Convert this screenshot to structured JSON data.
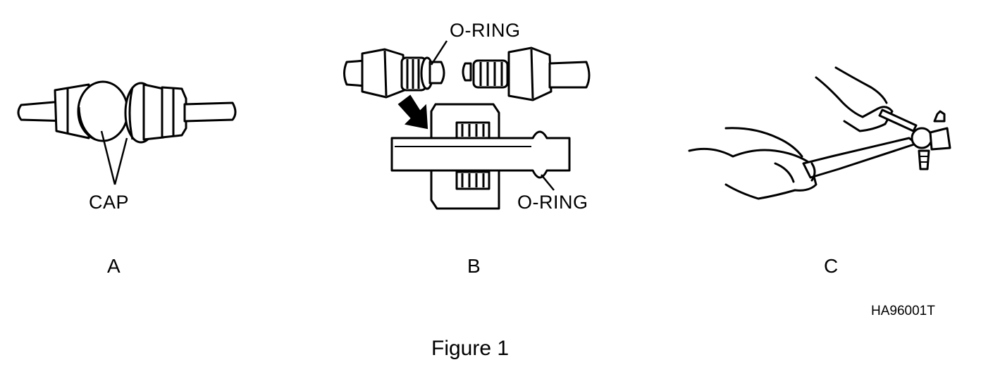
{
  "figure": {
    "caption": "Figure 1",
    "code": "HA96001T"
  },
  "panels": [
    {
      "letter": "A",
      "callouts": [
        "CAP"
      ]
    },
    {
      "letter": "B",
      "callouts": [
        "O-RING",
        "O-RING"
      ]
    },
    {
      "letter": "C",
      "callouts": []
    }
  ],
  "colors": {
    "ink": "#000000",
    "paper": "#ffffff"
  }
}
